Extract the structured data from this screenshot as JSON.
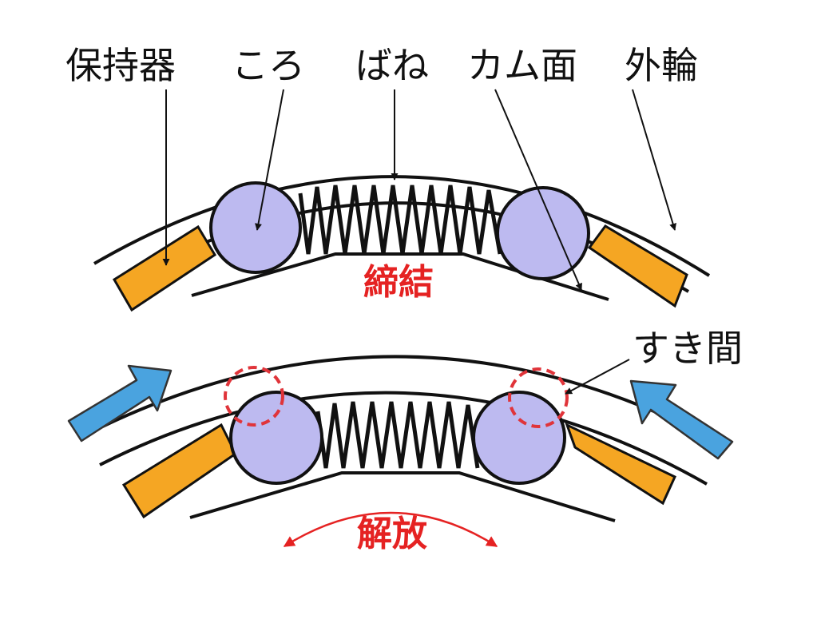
{
  "labels": {
    "retainer": "保持器",
    "roller": "ころ",
    "spring": "ばね",
    "cam_surface": "カム面",
    "outer_ring": "外輪",
    "gap": "すき間"
  },
  "states": {
    "locked": "締結",
    "released": "解放"
  },
  "colors": {
    "roller_fill": "#BDBAF0",
    "retainer_fill": "#F5A623",
    "arrow_fill": "#4AA3DF",
    "state_text": "#E52222",
    "gap_circle": "#E0343A",
    "line": "#111111"
  }
}
